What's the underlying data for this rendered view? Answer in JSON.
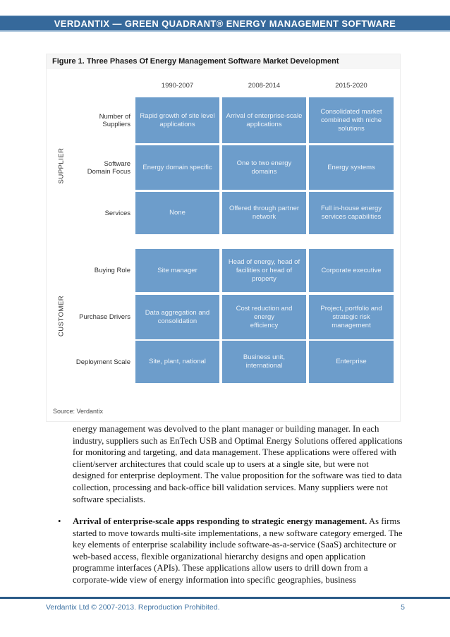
{
  "theme": {
    "bar_blue": "#36699B",
    "bar_underline": "#A9C3DB",
    "cell_blue": "#6D9DCB",
    "footer_blue": "#3F73A3",
    "rule_blue": "#2C5C89"
  },
  "header": {
    "title": "VERDANTIX — GREEN QUADRANT® ENERGY MANAGEMENT SOFTWARE"
  },
  "figure": {
    "title": "Figure 1. Three Phases Of Energy Management Software Market Development",
    "columns": [
      "1990-2007",
      "2008-2014",
      "2015-2020"
    ],
    "groups": [
      {
        "label": "SUPPLIER",
        "rows": [
          {
            "label": "Number of\nSuppliers",
            "cells": [
              "Rapid growth of site level\napplications",
              "Arrival of enterprise-scale\napplications",
              "Consolidated market\ncombined with niche\nsolutions"
            ]
          },
          {
            "label": "Software\nDomain Focus",
            "cells": [
              "Energy domain specific",
              "One to two energy\ndomains",
              "Energy systems"
            ]
          },
          {
            "label": "Services",
            "cells": [
              "None",
              "Offered through partner\nnetwork",
              "Full in-house energy\nservices capabilities"
            ]
          }
        ]
      },
      {
        "label": "CUSTOMER",
        "rows": [
          {
            "label": "Buying Role",
            "cells": [
              "Site manager",
              "Head of energy, head of\nfacilities or head of\nproperty",
              "Corporate executive"
            ]
          },
          {
            "label": "Purchase Drivers",
            "cells": [
              "Data aggregation and\nconsolidation",
              "Cost reduction and energy\nefficiency",
              "Project, portfolio and\nstrategic risk\nmanagement"
            ]
          },
          {
            "label": "Deployment Scale",
            "cells": [
              "Site, plant, national",
              "Business unit,\ninternational",
              "Enterprise"
            ]
          }
        ]
      }
    ],
    "source": "Source: Verdantix"
  },
  "body": {
    "paragraph": "energy management was devolved to the plant manager or building manager. In each industry, suppliers such as EnTech USB and Optimal Energy Solutions offered applications for monitoring and targeting, and data management. These applications were offered with client/server architectures that could scale up to users at a single site, but were not designed for enterprise deployment. The value proposition for the software was tied to data collection, processing and back-office bill validation services. Many suppliers were not software specialists.",
    "bullet": {
      "glyph": "•",
      "bold": "Arrival of enterprise-scale apps responding to strategic energy management.",
      "text": " As firms started to move towards multi-site implementations, a new software category emerged. The key elements of enterprise scalability include software-as-a-service (SaaS) architecture or web-based access, flexible organizational hierarchy designs and open application programme interfaces (APIs). These applications allow users to drill down from a corporate-wide view of energy information into specific geographies, business"
    }
  },
  "footer": {
    "left": "Verdantix Ltd © 2007-2013. Reproduction Prohibited.",
    "page": "5"
  }
}
